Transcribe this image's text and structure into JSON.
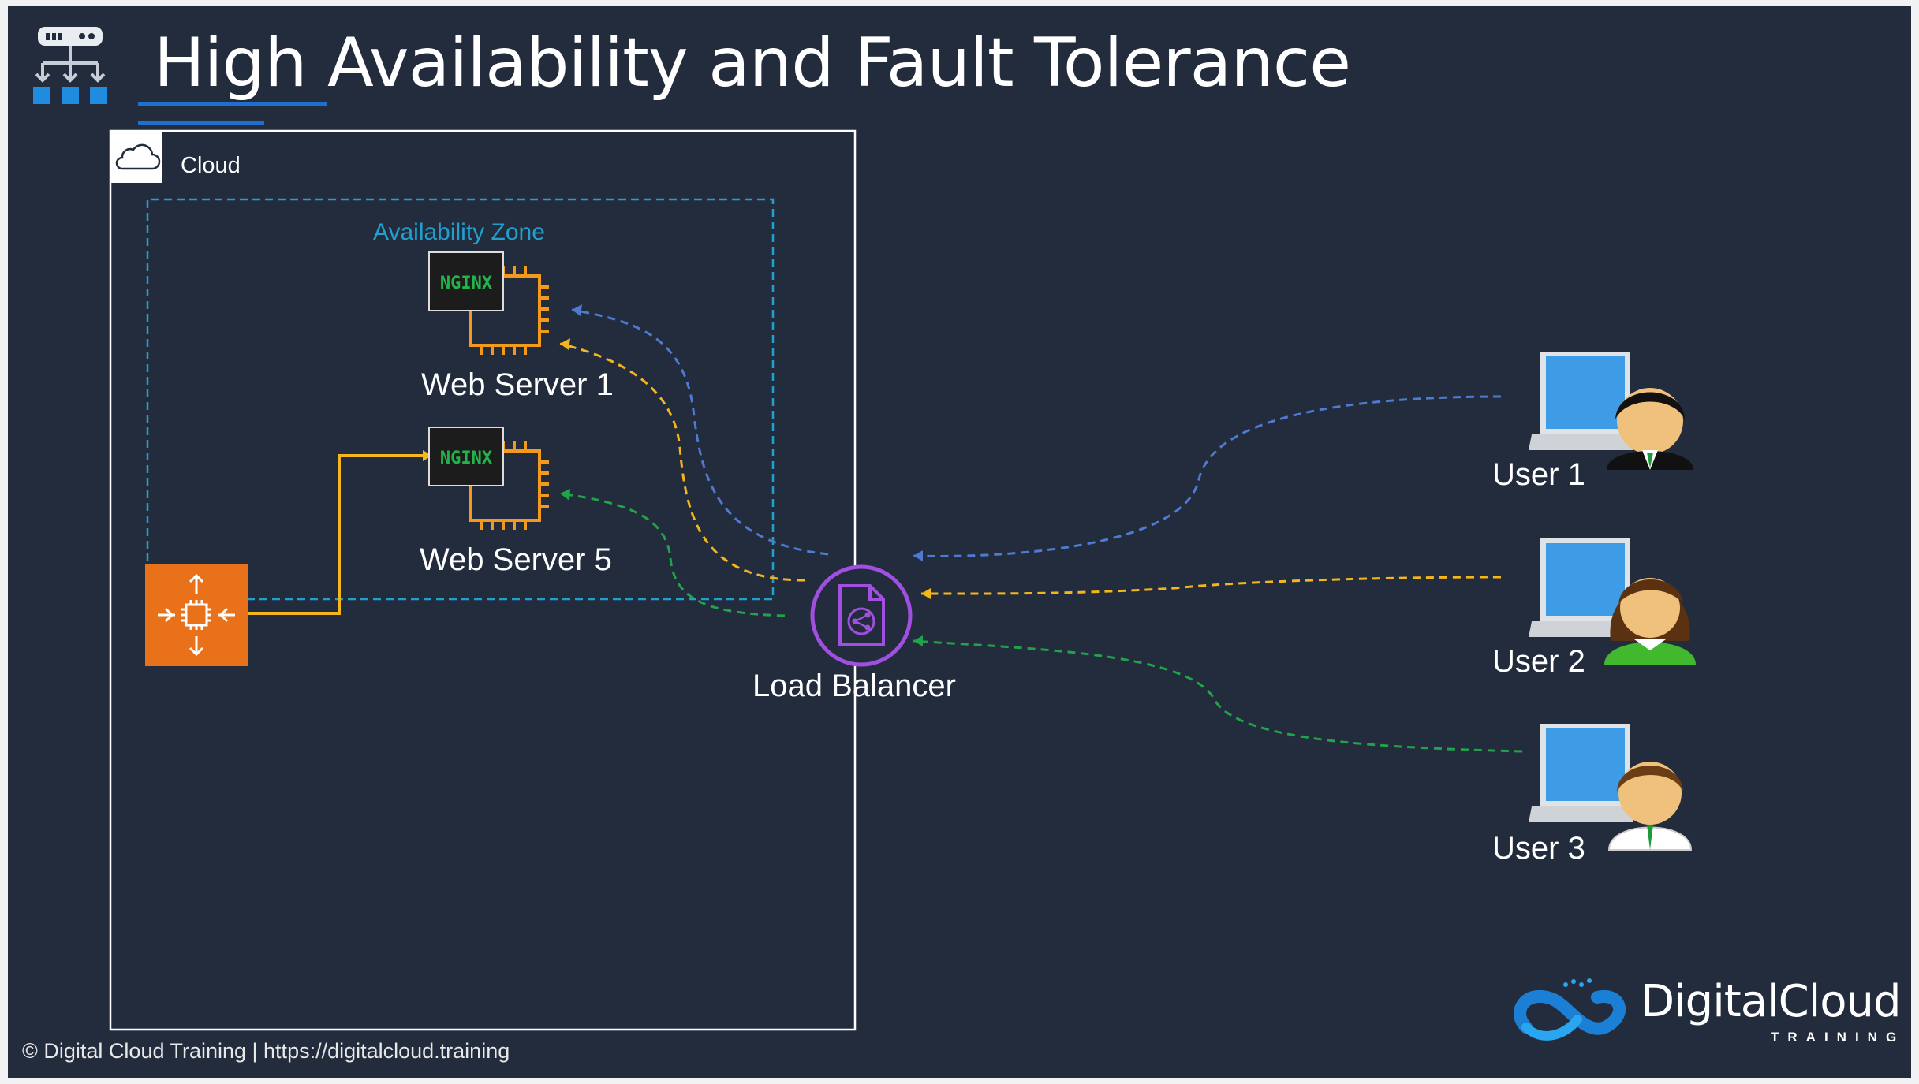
{
  "slide": {
    "title": "High Availability and Fault Tolerance",
    "footer": "© Digital Cloud Training  | https://digitalcloud.training",
    "brand": {
      "name": "DigitalCloud",
      "tagline": "TRAINING"
    }
  },
  "diagram": {
    "cloud_label": "Cloud",
    "availability_zone_label": "Availability Zone",
    "servers": [
      {
        "label": "Web Server 1",
        "software": "NGINX"
      },
      {
        "label": "Web Server 5",
        "software": "NGINX"
      }
    ],
    "load_balancer_label": "Load Balancer",
    "users": [
      {
        "label": "User 1"
      },
      {
        "label": "User 2"
      },
      {
        "label": "User 3"
      }
    ],
    "icons": {
      "header": "network-hierarchy-icon",
      "cloud": "cloud-icon",
      "instance": "ec2-instance-chip-icon",
      "auto_scaling": "auto-scaling-icon",
      "load_balancer": "load-balancer-icon",
      "user": "user-laptop-icon"
    },
    "colors": {
      "background": "#222c3d",
      "blue_flow": "#4e7ad0",
      "yellow_flow": "#f5b51c",
      "green_flow": "#22a24b",
      "availability_zone": "#21a0cf",
      "load_balancer": "#a14fe0",
      "ec2_orange": "#f39a1e",
      "auto_scaling": "#e8711a"
    }
  }
}
